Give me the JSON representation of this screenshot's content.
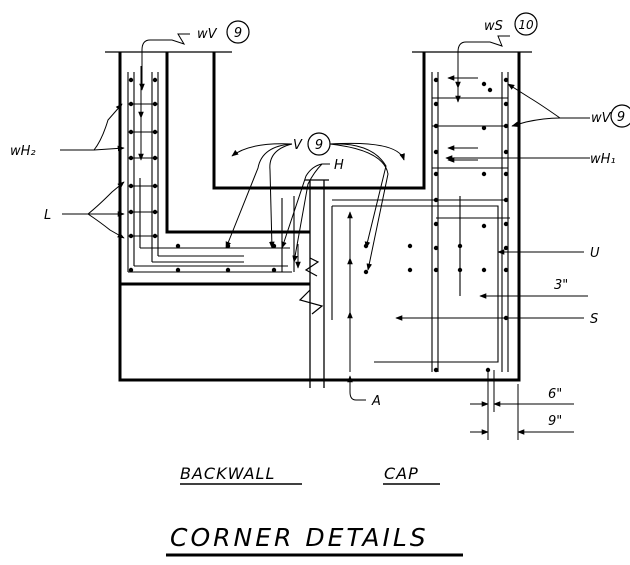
{
  "title": "CORNER DETAILS",
  "subtitles": {
    "left": "BACKWALL",
    "right": "CAP"
  },
  "marks": {
    "wV9": {
      "letters": "wV",
      "num": "9"
    },
    "wS10": {
      "letters": "wS",
      "num": "10"
    },
    "V9": {
      "letters": "V",
      "num": "9"
    },
    "wV9_right": {
      "letters": "wV",
      "num": "9"
    },
    "wH2": "wH₂",
    "wH1": "wH₁",
    "H": "H",
    "L": "L",
    "U": "U",
    "S": "S",
    "A": "A"
  },
  "dimensions": {
    "d3": "3\"",
    "d6": "6\"",
    "d9": "9\""
  },
  "colors": {
    "ink": "#000000",
    "paper": "#ffffff"
  }
}
